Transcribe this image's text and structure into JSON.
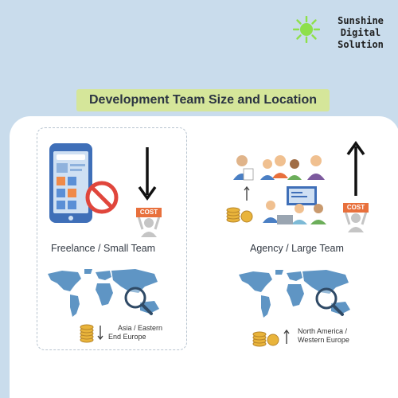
{
  "brand": {
    "line1": "Sunshine",
    "line2": "Digital Solution",
    "sun_color": "#8ee04a"
  },
  "title": "Development Team Size and Location",
  "left": {
    "label": "Freelance / Small Team",
    "cost_label": "COST",
    "cost_trend": "down",
    "region_line1": "Asia / Eastern",
    "region_line2": "End Europe",
    "region_cost_trend": "down"
  },
  "right": {
    "label": "Agency / Large Team",
    "cost_label": "COST",
    "cost_trend": "up",
    "region_line1": "North America /",
    "region_line2": "Western Europe",
    "region_cost_trend": "up"
  },
  "colors": {
    "background": "#c9dcec",
    "banner": "#d5e69a",
    "map": "#5f95c4",
    "cost_badge": "#e8703c",
    "coin": "#e9b43b"
  }
}
